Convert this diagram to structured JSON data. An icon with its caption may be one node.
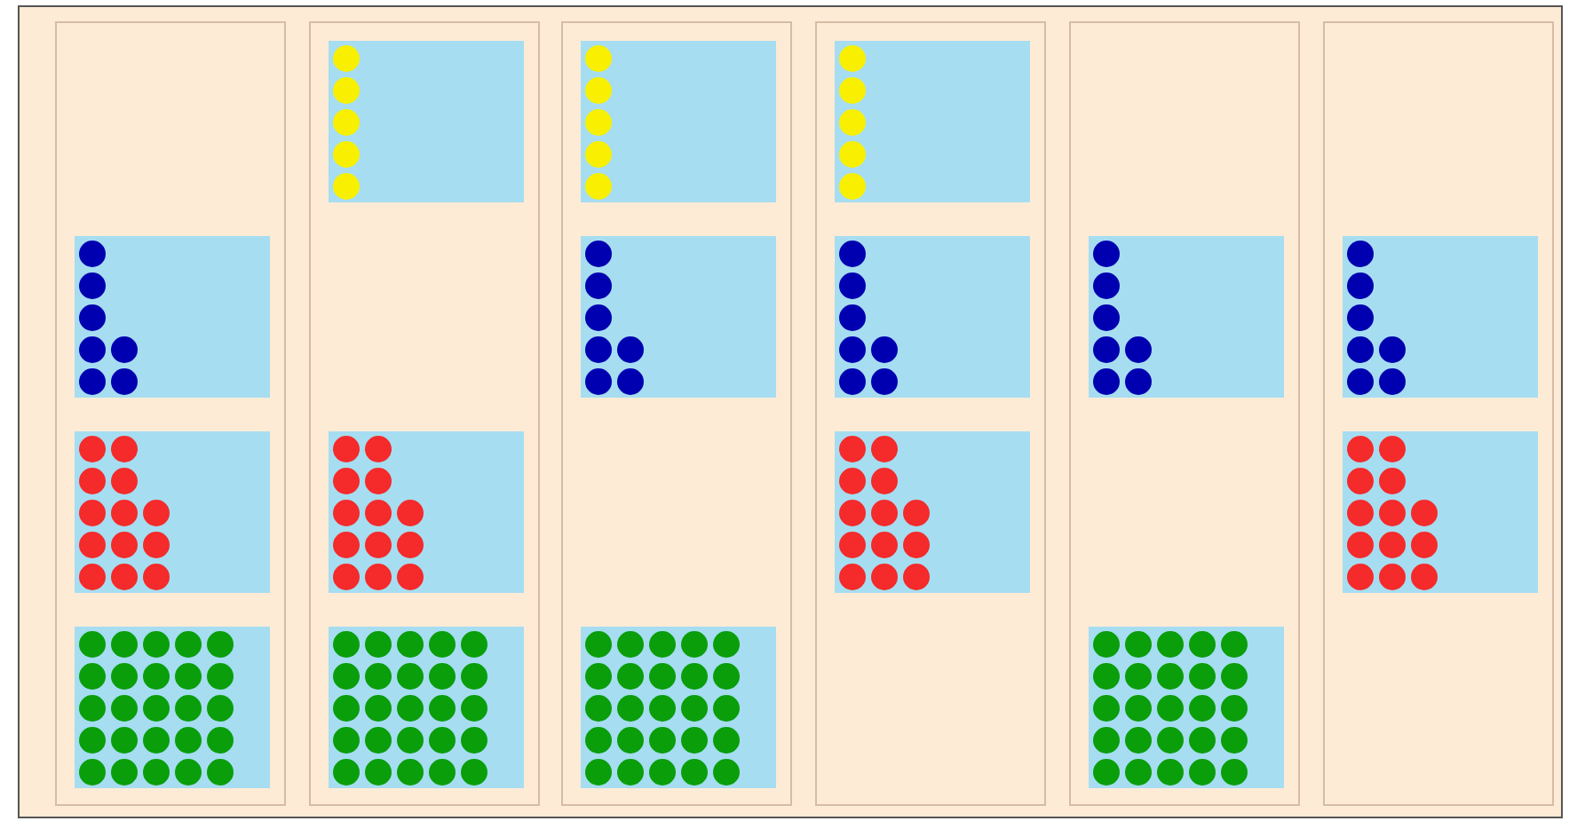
{
  "diagram": {
    "nodes": [
      {
        "text": [],
        "shape": "box"
      },
      {
        "text": [],
        "shape": "box",
        "in": 0
      },
      {
        "text": [],
        "shape": "box",
        "in": 0
      },
      {
        "text": [],
        "shape": "box",
        "in": 0
      },
      {
        "text": [],
        "shape": "box"
      },
      {
        "text": [],
        "shape": "box",
        "in": 4
      },
      {
        "text": [],
        "shape": "box",
        "in": 4
      },
      {
        "text": [],
        "shape": "box",
        "in": 4
      },
      {
        "text": [],
        "shape": "box"
      },
      {
        "text": [],
        "shape": "box",
        "in": 8
      },
      {
        "text": [],
        "shape": "box",
        "in": 8
      },
      {
        "text": [],
        "shape": "box",
        "in": 8
      },
      {
        "text": [],
        "shape": "box"
      },
      {
        "text": [],
        "shape": "box",
        "in": 12
      },
      {
        "text": [],
        "shape": "box",
        "in": 12
      },
      {
        "text": [],
        "shape": "box",
        "in": 12
      },
      {
        "text": [],
        "shape": "box"
      },
      {
        "text": [],
        "shape": "box",
        "in": 16
      },
      {
        "text": [],
        "shape": "box",
        "in": 16
      },
      {
        "text": [],
        "shape": "box"
      },
      {
        "text": [],
        "shape": "box",
        "in": 19
      },
      {
        "text": [],
        "shape": "box",
        "in": 19
      }
    ]
  }
}
